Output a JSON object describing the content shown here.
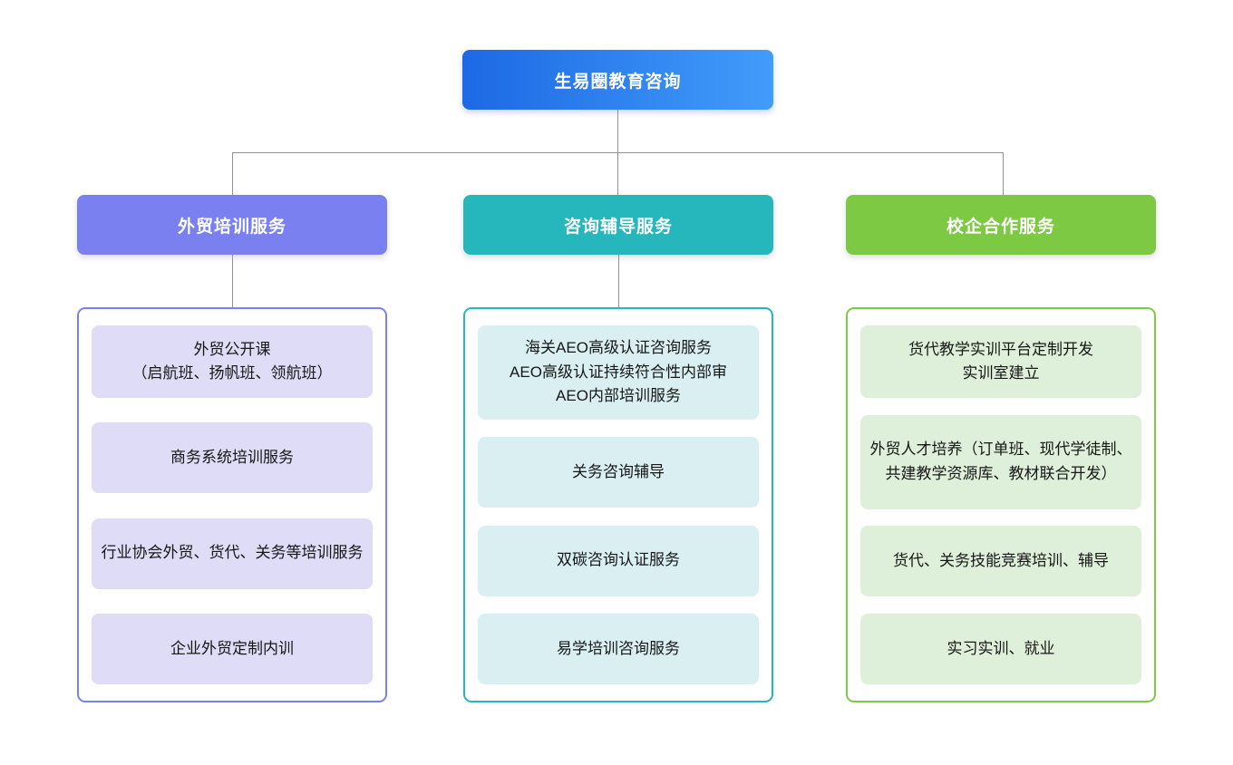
{
  "diagram": {
    "root": {
      "label": "生易圈教育咨询",
      "colors": {
        "gradient_from": "#1d69e4",
        "gradient_to": "#429cfa",
        "text": "#ffffff"
      }
    },
    "connector_color": "#909399",
    "branches": [
      {
        "label": "外贸培训服务",
        "has_connector": true,
        "colors": {
          "accent": "#7b80f0",
          "item_bg": "#dedcf6",
          "header_text": "#ffffff",
          "item_text": "#171717"
        },
        "items": [
          "外贸公开课\n（启航班、扬帆班、领航班）",
          "商务系统培训服务",
          "行业协会外贸、货代、关务等培训服务",
          "企业外贸定制内训"
        ]
      },
      {
        "label": "咨询辅导服务",
        "has_connector": true,
        "colors": {
          "accent": "#26b7bc",
          "item_bg": "#d9eff2",
          "header_text": "#ffffff",
          "item_text": "#171717"
        },
        "items": [
          "海关AEO高级认证咨询服务\nAEO高级认证持续符合性内部审\nAEO内部培训服务",
          "关务咨询辅导",
          "双碳咨询认证服务",
          "易学培训咨询服务"
        ]
      },
      {
        "label": "校企合作服务",
        "has_connector": false,
        "colors": {
          "accent": "#7dc944",
          "item_bg": "#def0da",
          "header_text": "#ffffff",
          "item_text": "#171717"
        },
        "items": [
          "货代教学实训平台定制开发\n实训室建立",
          "外贸人才培养（订单班、现代学徒制、共建教学资源库、教材联合开发）",
          "货代、关务技能竞赛培训、辅导",
          "实习实训、就业"
        ]
      }
    ]
  }
}
